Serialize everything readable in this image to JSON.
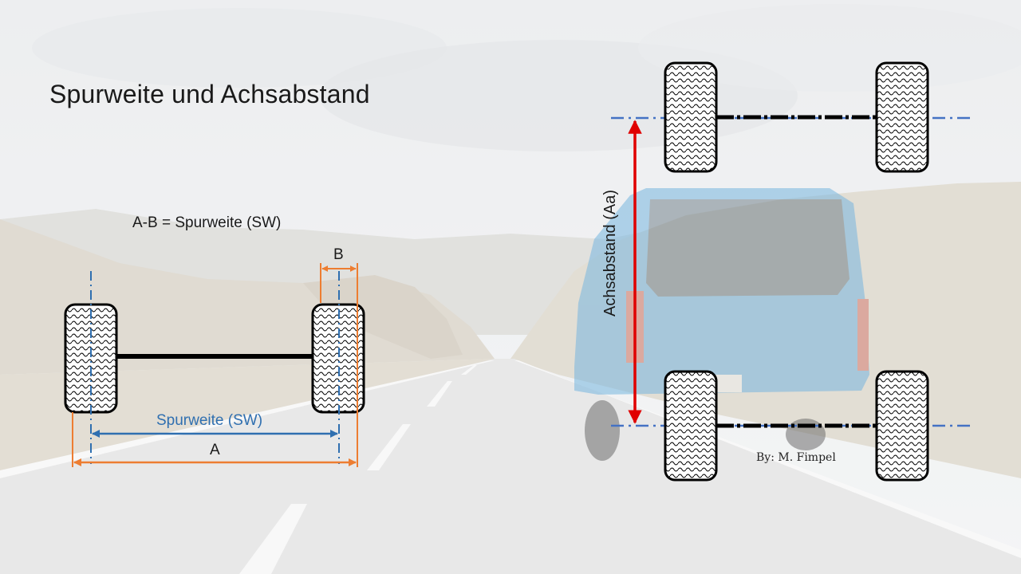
{
  "title": "Spurweite und Achsabstand",
  "formula": "A-B = Spurweite (SW)",
  "labels": {
    "b": "B",
    "track_width": "Spurweite (SW)",
    "a": "A",
    "wheelbase": "Achsabstand (Aa)"
  },
  "credit": "By: M. Fimpel",
  "colors": {
    "track_width": "#2f6fb0",
    "outer_dimension": "#ed7d31",
    "wheelbase": "#e00000",
    "axle": "#000000",
    "centerline": "#4472c4"
  }
}
